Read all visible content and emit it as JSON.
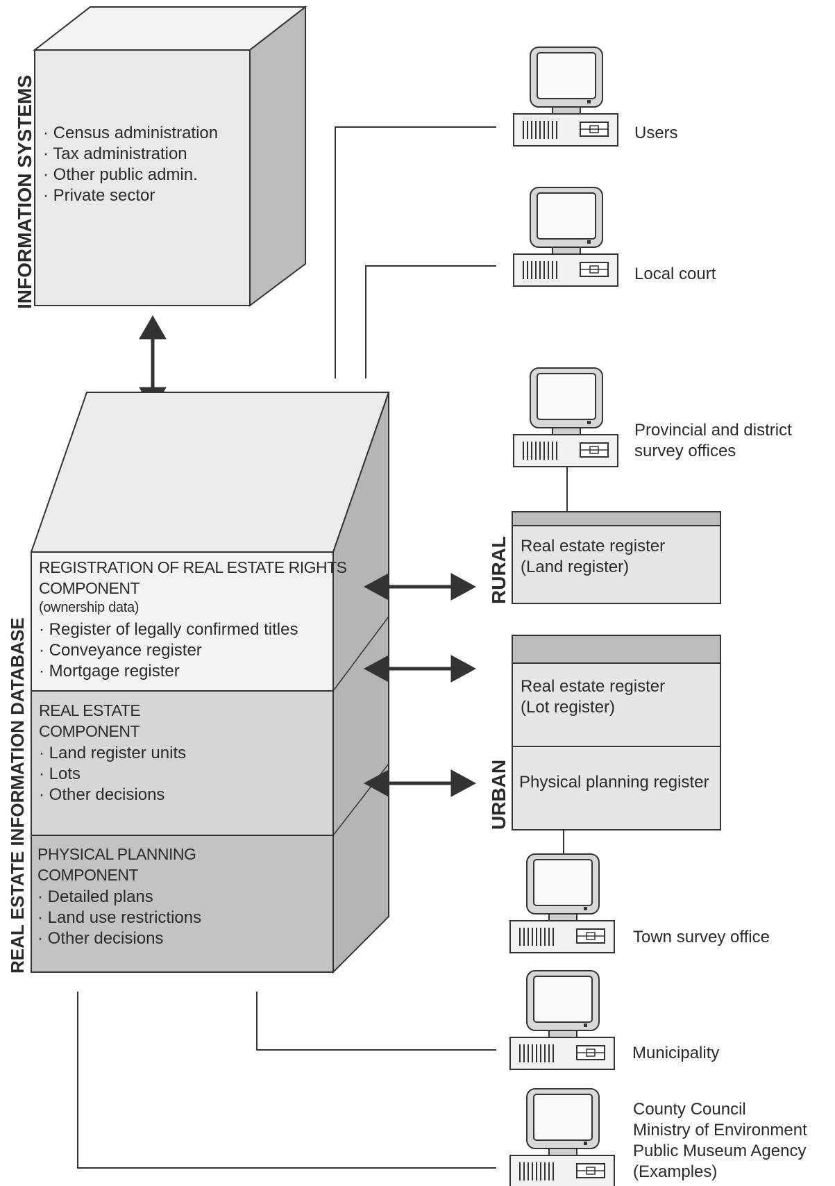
{
  "information_systems": {
    "title": "INFORMATION SYSTEMS",
    "items": [
      "Census administration",
      "Tax administration",
      "Other public admin.",
      "Private sector"
    ]
  },
  "real_estate_db": {
    "title": "REAL ESTATE INFORMATION DATABASE",
    "rights": {
      "heading_1": "REGISTRATION OF REAL ESTATE RIGHTS",
      "heading_2": "COMPONENT",
      "subheading": "(ownership data)",
      "items": [
        "Register of legally confirmed titles",
        "Conveyance register",
        "Mortgage register"
      ]
    },
    "real_estate": {
      "heading_1": "REAL ESTATE",
      "heading_2": "COMPONENT",
      "items": [
        "Land register units",
        "Lots",
        "Other decisions"
      ]
    },
    "planning": {
      "heading_1": "PHYSICAL PLANNING",
      "heading_2": "COMPONENT",
      "items": [
        "Detailed plans",
        "Land use restrictions",
        "Other decisions"
      ]
    }
  },
  "rural": {
    "label": "RURAL",
    "register_1": "Real estate register",
    "register_2": "(Land register)"
  },
  "urban": {
    "label": "URBAN",
    "register_1": "Real estate register",
    "register_2": "(Lot register)",
    "planning": "Physical planning register"
  },
  "terminals": {
    "users": "Users",
    "local_court": "Local court",
    "survey_offices_1": "Provincial and district",
    "survey_offices_2": "survey offices",
    "town_survey": "Town survey office",
    "municipality": "Municipality",
    "other_1": "County Council",
    "other_2": "Ministry of Environment",
    "other_3": "Public Museum Agency",
    "other_4": "(Examples)"
  },
  "colors": {
    "line": "#333333",
    "box_light": "#f1f1f1",
    "box_mid": "#d9d9d9",
    "box_dark": "#c4c4c4",
    "side_face": "#b9b9b9"
  }
}
